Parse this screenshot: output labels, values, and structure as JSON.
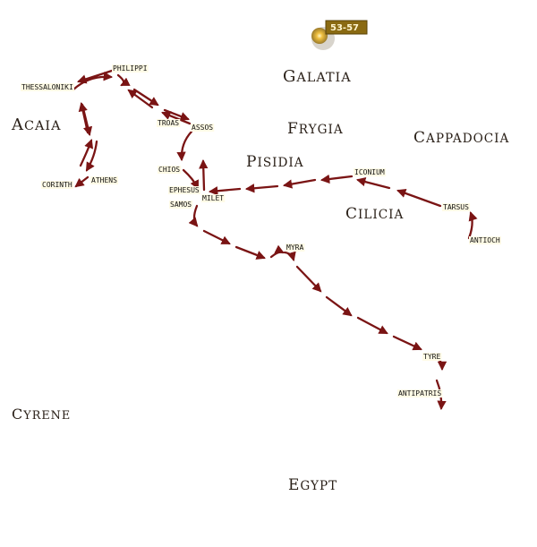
{
  "badge": {
    "label": "53-57",
    "color": "#8a6a12"
  },
  "regions": {
    "galatia": "Galatia",
    "acaia": "Acaia",
    "frygia": "Frygia",
    "cappadocia": "Cappadocia",
    "pisidia": "Pisidia",
    "cilicia": "Cilicia",
    "cyrene": "Cyrene",
    "egypt": "Egypt"
  },
  "cities": {
    "philippi": "PHILIPPI",
    "thessaloniki": "THESSALONIKI",
    "troas": "TROAS",
    "assos": "ASSOS",
    "chios": "CHIOS",
    "ephesus": "EPHESUS",
    "samos": "SAMOS",
    "milet": "MILET",
    "corinth": "CORINTH",
    "athens": "ATHENS",
    "iconium": "ICONIUM",
    "tarsus": "TARSUS",
    "antioch": "ANTIOCH",
    "myra": "MYRA",
    "tyre": "TYRE",
    "antipatris": "ANTIPATRIS"
  },
  "colors": {
    "route": "#7a1414",
    "region_text": "#2a2018"
  }
}
